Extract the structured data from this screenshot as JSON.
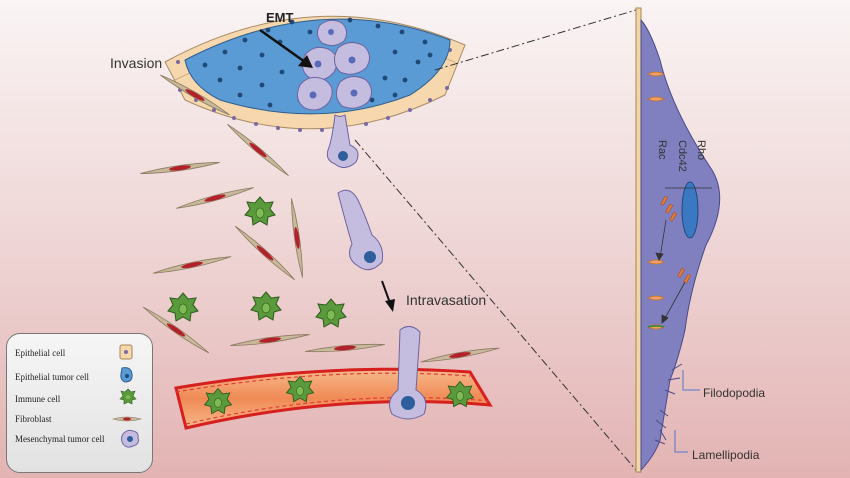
{
  "labels": {
    "emt": "EMT",
    "invasion": "Invasion",
    "intravasation": "Intravasation",
    "filopodia": "Filodopodia",
    "lamellipodia": "Lamellipodia",
    "rho": "Rho",
    "cdc42": "Cdc42",
    "rac": "Rac"
  },
  "legend": {
    "items": [
      {
        "label": "Epithelial cell",
        "icon": "epithelial-cell-icon"
      },
      {
        "label": "Epithelial tumor cell",
        "icon": "epithelial-tumor-cell-icon"
      },
      {
        "label": "Immune cell",
        "icon": "immune-cell-icon"
      },
      {
        "label": "Fibroblast",
        "icon": "fibroblast-icon"
      },
      {
        "label": "Mesenchymal tumor cell",
        "icon": "mesenchymal-tumor-cell-icon"
      }
    ]
  },
  "colors": {
    "tumor": "#5b9bd5",
    "mesenchymal": "#c5bde0",
    "epithelial": "#f6d7ae",
    "immune": "#5b9a3c",
    "fibroblast": "#c9b99a",
    "vessel": "#f2a477",
    "vessel_border": "#d61f1f",
    "cell_body": "#8080c0"
  }
}
